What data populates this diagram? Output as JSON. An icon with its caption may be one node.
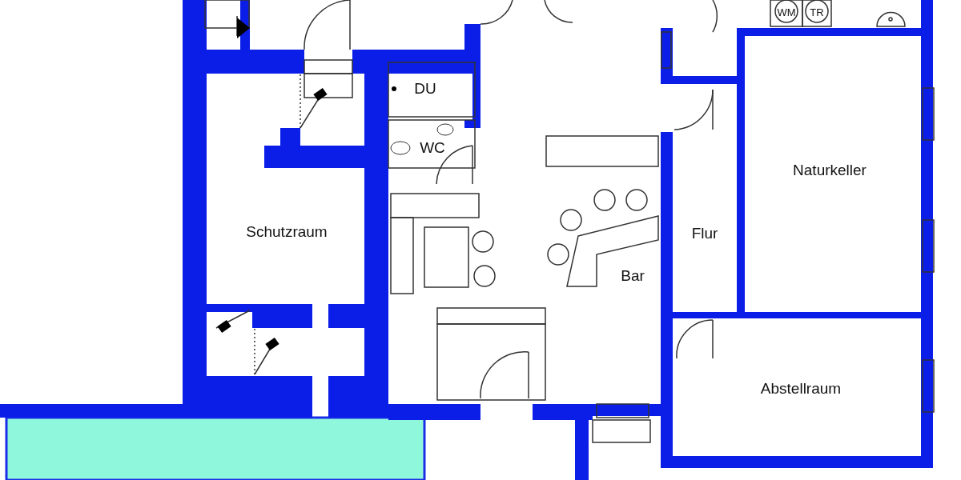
{
  "diagram": {
    "labels": [
      "WM",
      "TR",
      "DU",
      "WC",
      "Naturkeller",
      "Schutzraum",
      "Flur",
      "Bar",
      "Abstellraum"
    ]
  }
}
